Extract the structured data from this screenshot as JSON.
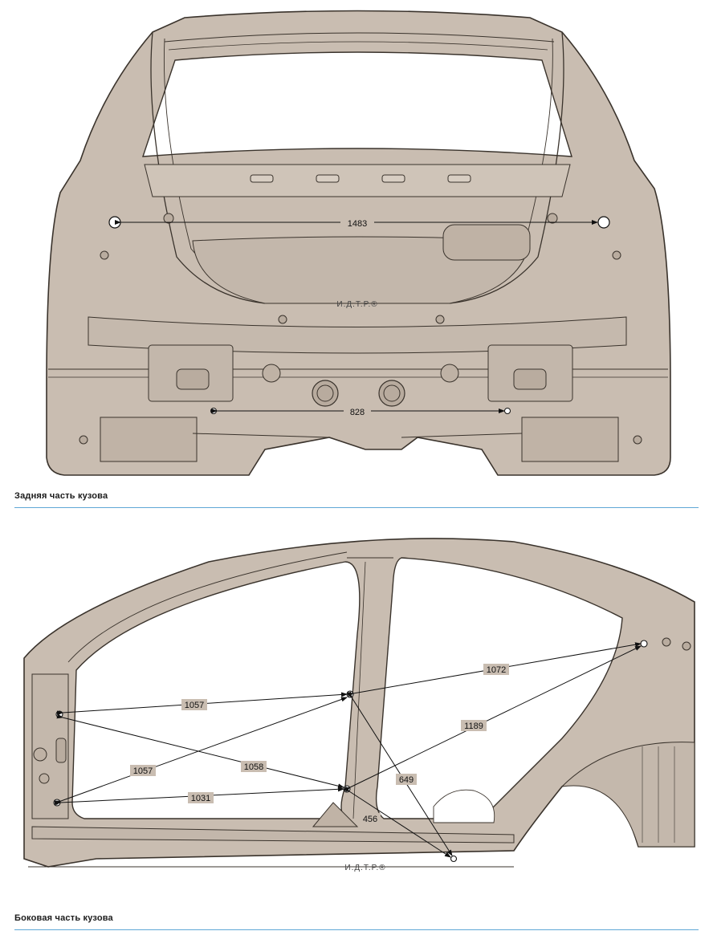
{
  "rear_view": {
    "caption": "Задняя часть кузова",
    "watermark": "И.Д.Т.Р.®",
    "dimensions": [
      {
        "id": "rear-width-upper",
        "value": "1483"
      },
      {
        "id": "rear-width-lower",
        "value": "828"
      }
    ]
  },
  "side_view": {
    "caption": "Боковая часть кузова",
    "watermark": "И.Д.Т.Р.®",
    "dimensions": [
      {
        "id": "d1057a",
        "value": "1057"
      },
      {
        "id": "d1057b",
        "value": "1057"
      },
      {
        "id": "d1058",
        "value": "1058"
      },
      {
        "id": "d1031",
        "value": "1031"
      },
      {
        "id": "d1072",
        "value": "1072"
      },
      {
        "id": "d1189",
        "value": "1189"
      },
      {
        "id": "d649",
        "value": "649"
      },
      {
        "id": "d456",
        "value": "456"
      }
    ]
  },
  "colors": {
    "body_fill": "#c9bdb1",
    "body_stroke": "#3a332c",
    "caption_rule": "#5fa8d6"
  }
}
